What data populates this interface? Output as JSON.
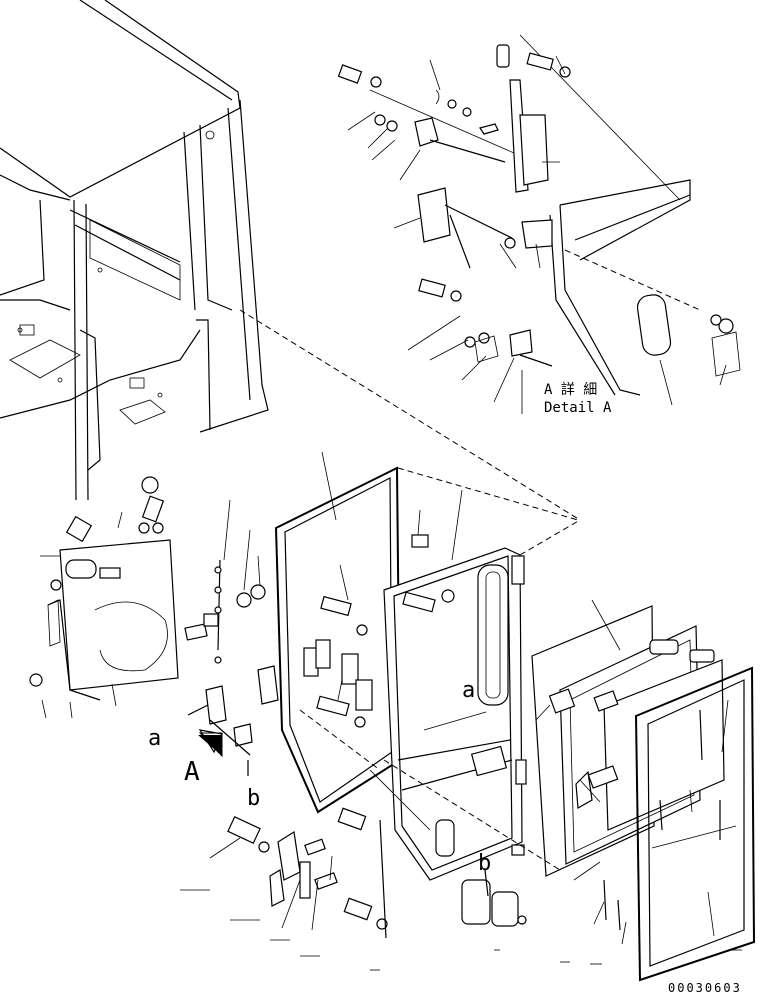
{
  "labels": {
    "detail_jp": "A 詳 細",
    "detail_en": "Detail A",
    "callout_a_left": "a",
    "callout_a_right": "a",
    "callout_b_left": "b",
    "callout_b_right": "b",
    "view_A": "A",
    "drawing_number": "00030603"
  }
}
